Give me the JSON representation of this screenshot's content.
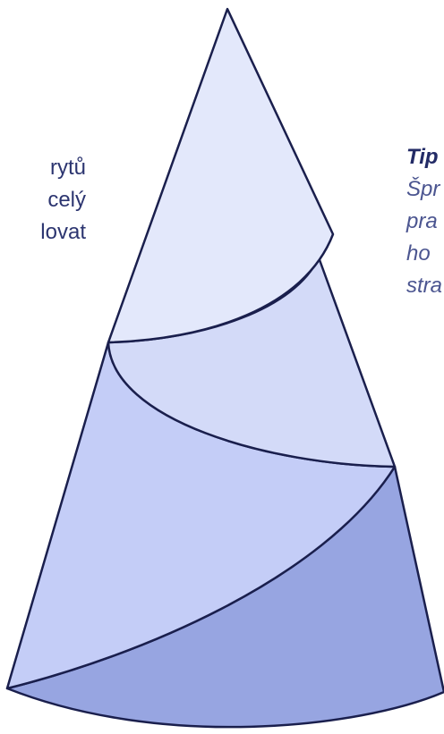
{
  "left_text": {
    "lines": [
      "rytů",
      "celý",
      "lovat"
    ]
  },
  "right_text": {
    "title": "Tip",
    "lines": [
      "Špr",
      "pra",
      "ho",
      "stra"
    ]
  },
  "colors": {
    "stroke": "#1a1f4d",
    "layer_top": "#e3e8fb",
    "layer_second": "#d3daf8",
    "layer_third": "#c4cdf7",
    "layer_bottom": "#97a5e1",
    "text_left": "#2c3570",
    "text_right": "#4b5590"
  }
}
